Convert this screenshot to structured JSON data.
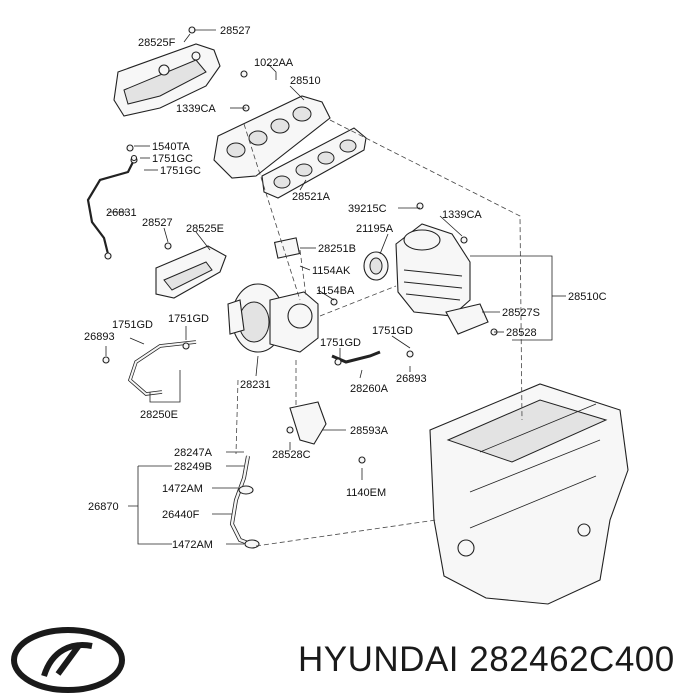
{
  "labels": [
    {
      "id": "l28527a",
      "text": "28527"
    },
    {
      "id": "l28525f",
      "text": "28525F"
    },
    {
      "id": "l1022aa",
      "text": "1022AA"
    },
    {
      "id": "l28510",
      "text": "28510"
    },
    {
      "id": "l1339ca_a",
      "text": "1339CA"
    },
    {
      "id": "l1540ta",
      "text": "1540TA"
    },
    {
      "id": "l1751gc_a",
      "text": "1751GC"
    },
    {
      "id": "l1751gc_b",
      "text": "1751GC"
    },
    {
      "id": "l28521a",
      "text": "28521A"
    },
    {
      "id": "l26831",
      "text": "26831"
    },
    {
      "id": "l28527b",
      "text": "28527"
    },
    {
      "id": "l28525e",
      "text": "28525E"
    },
    {
      "id": "l39215c",
      "text": "39215C"
    },
    {
      "id": "l1339ca_b",
      "text": "1339CA"
    },
    {
      "id": "l21195a",
      "text": "21195A"
    },
    {
      "id": "l28251b",
      "text": "28251B"
    },
    {
      "id": "l1154ak",
      "text": "1154AK"
    },
    {
      "id": "l1154ba",
      "text": "1154BA"
    },
    {
      "id": "l28510c",
      "text": "28510C"
    },
    {
      "id": "l28527s",
      "text": "28527S"
    },
    {
      "id": "l28528",
      "text": "28528"
    },
    {
      "id": "l1751gd_a",
      "text": "1751GD"
    },
    {
      "id": "l1751gd_b",
      "text": "1751GD"
    },
    {
      "id": "l1751gd_c",
      "text": "1751GD"
    },
    {
      "id": "l1751gd_d",
      "text": "1751GD"
    },
    {
      "id": "l26893a",
      "text": "26893"
    },
    {
      "id": "l26893b",
      "text": "26893"
    },
    {
      "id": "l28231",
      "text": "28231"
    },
    {
      "id": "l28260a",
      "text": "28260A"
    },
    {
      "id": "l28250e",
      "text": "28250E"
    },
    {
      "id": "l28593a",
      "text": "28593A"
    },
    {
      "id": "l28247a",
      "text": "28247A"
    },
    {
      "id": "l28249b",
      "text": "28249B"
    },
    {
      "id": "l28528c",
      "text": "28528C"
    },
    {
      "id": "l1472am_a",
      "text": "1472AM"
    },
    {
      "id": "l26870",
      "text": "26870"
    },
    {
      "id": "l26440f",
      "text": "26440F"
    },
    {
      "id": "l1472am_b",
      "text": "1472AM"
    },
    {
      "id": "l1140em",
      "text": "1140EM"
    }
  ],
  "caption": {
    "brand": "HYUNDAI",
    "part_number": "282462C400"
  },
  "logo": {
    "icon": "hyundai-logo-icon",
    "color": "#1a1a1a"
  }
}
